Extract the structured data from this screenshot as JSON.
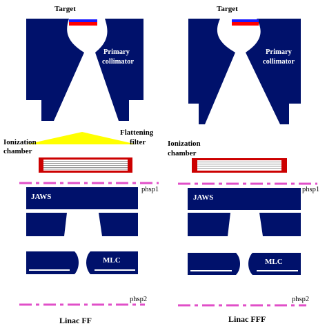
{
  "colors": {
    "navy": "#00116b",
    "target_red": "#ff0000",
    "target_blue": "#1a1aff",
    "filter_yellow": "#ffff00",
    "chamber_red": "#cc0000",
    "phsp_magenta": "#e04fc8",
    "white": "#ffffff"
  },
  "left": {
    "target": "Target",
    "primary_collimator_line1": "Primary",
    "primary_collimator_line2": "collimator",
    "flattening_filter_line1": "Flattening",
    "flattening_filter_line2": "filter",
    "ionization_chamber_line1": "Ionization",
    "ionization_chamber_line2": "chamber",
    "phsp1": "phsp1",
    "jaws": "JAWS",
    "mlc": "MLC",
    "phsp2": "phsp2",
    "caption": "Linac FF"
  },
  "right": {
    "target": "Target",
    "primary_collimator_line1": "Primary",
    "primary_collimator_line2": "collimator",
    "ionization_chamber_line1": "Ionization",
    "ionization_chamber_line2": "chamber",
    "phsp1": "phsp1",
    "jaws": "JAWS",
    "mlc": "MLC",
    "phsp2": "phsp2",
    "caption": "Linac FFF"
  }
}
